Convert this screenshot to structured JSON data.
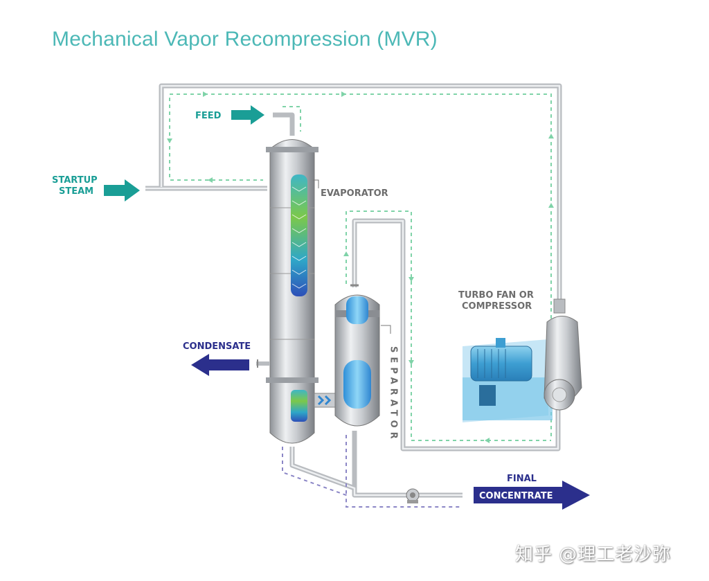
{
  "title": "Mechanical Vapor Recompression (MVR)",
  "labels": {
    "feed": "FEED",
    "startup_line1": "STARTUP",
    "startup_line2": "STEAM",
    "evaporator": "EVAPORATOR",
    "separator": "SEPARATOR",
    "compressor_line1": "TURBO FAN OR",
    "compressor_line2": "COMPRESSOR",
    "condensate": "CONDENSATE",
    "final_line1": "FINAL",
    "final_line2": "CONCENTRATE"
  },
  "watermark": "知乎 @理工老沙弥",
  "colors": {
    "title": "#4cb8b6",
    "teal": "#1a9e96",
    "navy": "#2b2f8c",
    "label_gray": "#6d6d6d",
    "vapor_dash": "#7fd3a8",
    "liquid_dash": "#8b86c6"
  }
}
